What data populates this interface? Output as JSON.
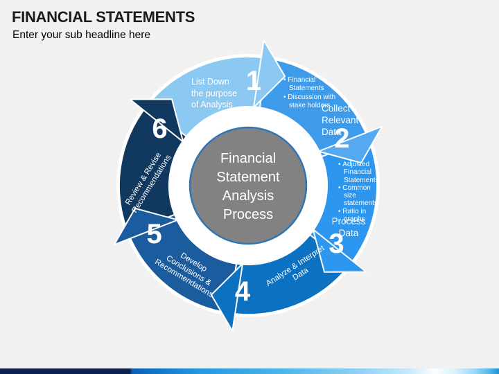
{
  "slide": {
    "title": "FINANCIAL STATEMENTS",
    "subtitle": "Enter your sub headline here"
  },
  "center_circle": {
    "fill": "#828282",
    "stroke": "#2E75B6",
    "lines": [
      "Financial",
      "Statement",
      "Analysis",
      "Process"
    ]
  },
  "segments": [
    {
      "number": "1",
      "color": "#8CC9F2",
      "label_lines": [
        "List Down",
        "the purpose",
        "of Analysis"
      ],
      "bullets": []
    },
    {
      "number": "2",
      "color": "#3E9BEA",
      "arrow_color": "#55A9F1",
      "bullets": [
        "Financial Statements",
        "Discussion with stake holders"
      ],
      "label_lines": [
        "Collect",
        "Relevant",
        "Data"
      ]
    },
    {
      "number": "3",
      "color": "#2D96EE",
      "bullets": [
        "Adjusted Financial Statements",
        "Common size statements",
        "Ratio in graphs"
      ],
      "label_lines": [
        "Process",
        "Data"
      ]
    },
    {
      "number": "4",
      "color": "#0C71C0",
      "label_lines": [
        "Analyze & Interpret",
        "Data"
      ],
      "bullets": []
    },
    {
      "number": "5",
      "color": "#1A5C9E",
      "label_lines": [
        "Develop",
        "Conclusions &",
        "Recommendations"
      ],
      "bullets": []
    },
    {
      "number": "6",
      "color": "#11395F",
      "label_lines": [
        "Review & Revise",
        "Recommendations"
      ],
      "bullets": []
    }
  ],
  "footer_gradient": [
    {
      "p": 0,
      "c": "#0C2149"
    },
    {
      "p": 26,
      "c": "#0C2149"
    },
    {
      "p": 26.5,
      "c": "#0A60B4"
    },
    {
      "p": 40,
      "c": "#2598DF"
    },
    {
      "p": 56,
      "c": "#4AB3EA"
    },
    {
      "p": 72,
      "c": "#8FD2F4"
    },
    {
      "p": 82,
      "c": "#C7E9FA"
    },
    {
      "p": 87,
      "c": "#FBFDFF"
    },
    {
      "p": 91,
      "c": "#DDF1FC"
    },
    {
      "p": 95,
      "c": "#9FD9F6"
    },
    {
      "p": 98,
      "c": "#54B7EC"
    },
    {
      "p": 100,
      "c": "#1F90DB"
    }
  ]
}
